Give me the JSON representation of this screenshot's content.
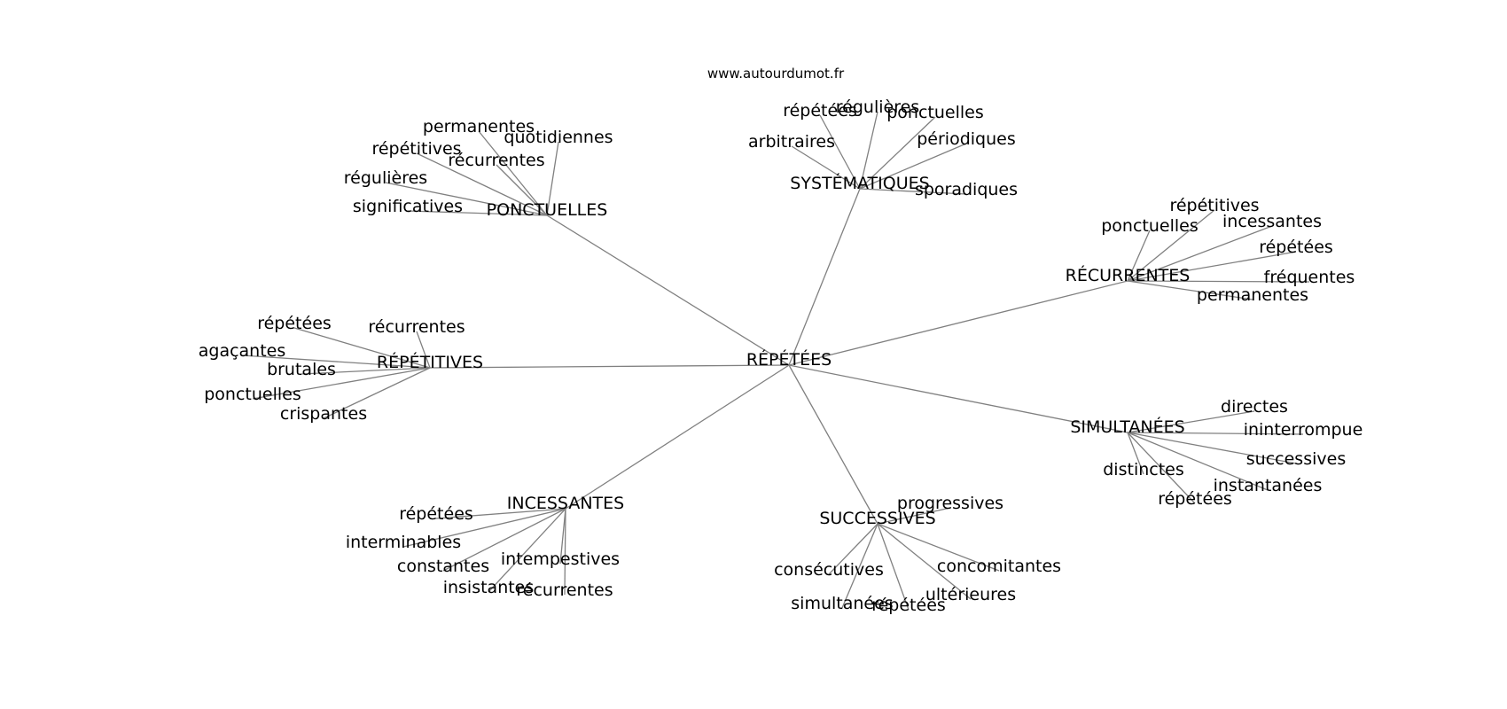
{
  "source": "www.autourdumot.fr",
  "center": "RÉPÉTÉES",
  "branches": [
    {
      "label": "PONCTUELLES",
      "words": [
        "permanentes",
        "quotidiennes",
        "répétitives",
        "récurrentes",
        "régulières",
        "significatives"
      ]
    },
    {
      "label": "SYSTÉMATIQUES",
      "words": [
        "répétées",
        "régulières",
        "ponctuelles",
        "arbitraires",
        "périodiques",
        "sporadiques"
      ]
    },
    {
      "label": "RÉCURRENTES",
      "words": [
        "répétitives",
        "ponctuelles",
        "incessantes",
        "répétées",
        "fréquentes",
        "permanentes"
      ]
    },
    {
      "label": "RÉPÉTITIVES",
      "words": [
        "répétées",
        "récurrentes",
        "agaçantes",
        "brutales",
        "ponctuelles",
        "crispantes"
      ]
    },
    {
      "label": "SIMULTANÉES",
      "words": [
        "directes",
        "ininterrompue",
        "successives",
        "distinctes",
        "instantanées",
        "répétées"
      ]
    },
    {
      "label": "INCESSANTES",
      "words": [
        "répétées",
        "interminables",
        "intempestives",
        "constantes",
        "insistantes",
        "récurrentes"
      ]
    },
    {
      "label": "SUCCESSIVES",
      "words": [
        "progressives",
        "consécutives",
        "concomitantes",
        "ultérieures",
        "simultanées",
        "répétées"
      ]
    }
  ]
}
